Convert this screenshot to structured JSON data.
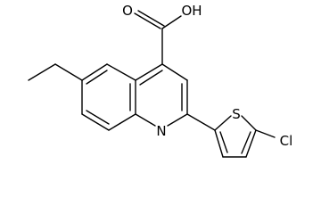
{
  "structure": {
    "atom_labels": {
      "oxygen_carbonyl": "O",
      "hydroxyl": "OH",
      "nitrogen": "N",
      "sulfur": "S",
      "chlorine": "Cl"
    }
  }
}
